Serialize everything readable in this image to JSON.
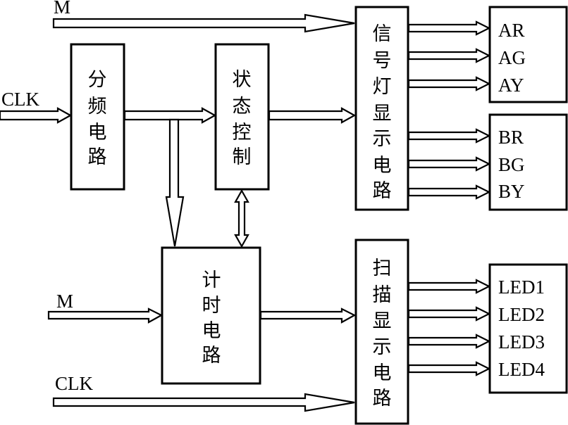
{
  "blocks": {
    "divider": {
      "label": [
        "分",
        "频",
        "电",
        "路"
      ],
      "name": "分频电路"
    },
    "state_control": {
      "label": [
        "状",
        "态",
        "控",
        "制"
      ],
      "name": "状态控制"
    },
    "timer": {
      "label": [
        "计",
        "时",
        "电",
        "路"
      ],
      "name": "计时电路"
    },
    "signal_display": {
      "label": [
        "信",
        "号",
        "灯",
        "显",
        "示",
        "电",
        "路"
      ],
      "name": "信号灯显示电路"
    },
    "scan_display": {
      "label": [
        "扫",
        "描",
        "显",
        "示",
        "电",
        "路"
      ],
      "name": "扫描显示电路"
    },
    "lights_a": {
      "outputs": [
        "AR",
        "AG",
        "AY"
      ]
    },
    "lights_b": {
      "outputs": [
        "BR",
        "BG",
        "BY"
      ]
    },
    "leds": {
      "outputs": [
        "LED1",
        "LED2",
        "LED3",
        "LED4"
      ]
    }
  },
  "inputs": {
    "clk_top": "CLK",
    "m_top": "M",
    "m_bottom": "M",
    "clk_bottom": "CLK"
  },
  "colors": {
    "stroke": "#000000",
    "fill": "#ffffff"
  }
}
